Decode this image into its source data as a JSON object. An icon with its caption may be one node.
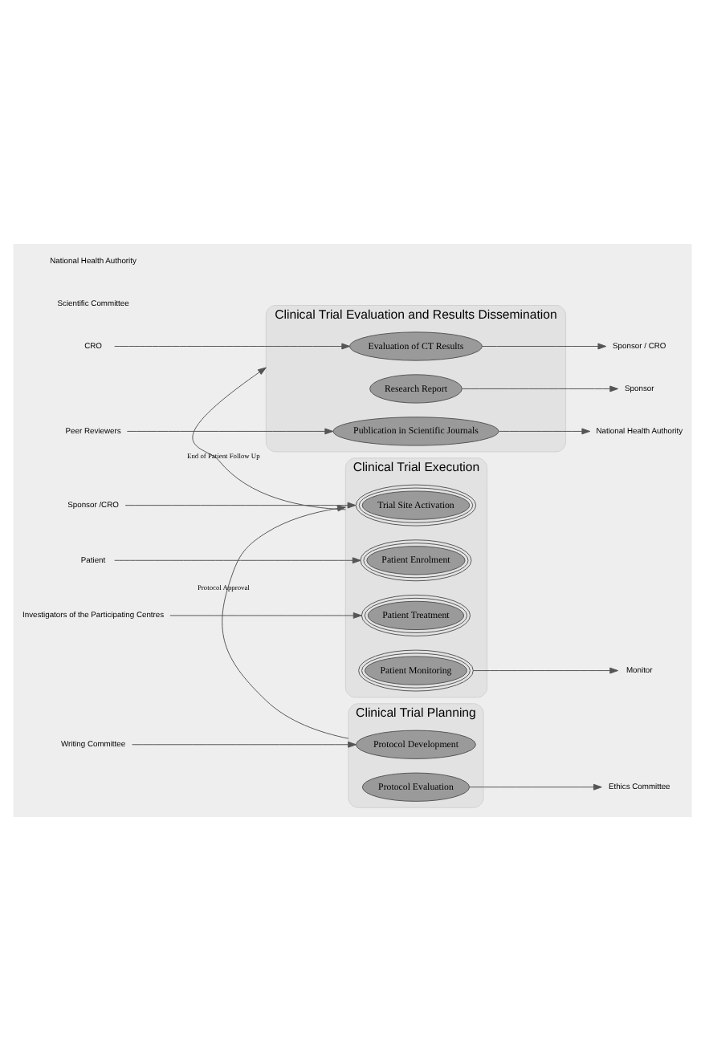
{
  "diagram": {
    "nodes": [
      {
        "text": [
          "Clinical Trial Planning"
        ]
      },
      {
        "text": [
          "Protocol Development"
        ],
        "in": 0
      },
      {
        "text": [
          "Protocol Evaluation"
        ],
        "in": 0
      },
      {
        "text": [
          "Clinical Trial Execution"
        ]
      },
      {
        "text": [
          "Trial Site Activation"
        ],
        "in": 3
      },
      {
        "text": [
          "Patient Enrolment"
        ],
        "in": 3
      },
      {
        "text": [
          "Patient Treatment"
        ],
        "in": 3
      },
      {
        "text": [
          "Patient Monitoring"
        ],
        "in": 3
      },
      {
        "text": [
          "Clinical Trial Evaluation and Results Dissemination"
        ]
      },
      {
        "text": [
          "Evaluation of CT Results"
        ],
        "in": 8
      },
      {
        "text": [
          "Research Report"
        ],
        "in": 8
      },
      {
        "text": [
          "Publication in Scientific Journals"
        ],
        "in": 8
      },
      {
        "text": [
          "Writing Committee"
        ]
      },
      {
        "text": [
          "Ethics Committee"
        ]
      },
      {
        "text": [
          "Sponsor /CRO"
        ]
      },
      {
        "text": [
          "Patient"
        ]
      },
      {
        "text": [
          "Investigators of the Participating Centres"
        ]
      },
      {
        "text": [
          "Monitor"
        ]
      },
      {
        "text": [
          "CRO"
        ]
      },
      {
        "text": [
          "Sponsor / CRO"
        ]
      },
      {
        "text": [
          "Sponsor"
        ]
      },
      {
        "text": [
          "National Health Authority"
        ]
      },
      {
        "text": [
          "Peer Reviewers"
        ]
      }
    ],
    "edges": [
      {
        "from": 12,
        "to": 1,
        "arrow": "to"
      },
      {
        "from": 2,
        "to": 13,
        "arrow": "to"
      },
      {
        "from": 14,
        "to": 4,
        "arrow": "to"
      },
      {
        "from": 15,
        "to": 5,
        "arrow": "to"
      },
      {
        "from": 16,
        "to": 6,
        "arrow": "to"
      },
      {
        "from": 7,
        "to": 17,
        "arrow": "to"
      },
      {
        "from": 18,
        "to": 9,
        "arrow": "to"
      },
      {
        "from": 9,
        "to": 19,
        "arrow": "to"
      },
      {
        "from": 10,
        "to": 20,
        "arrow": "to"
      },
      {
        "from": 11,
        "to": 21,
        "arrow": "to"
      },
      {
        "from": 22,
        "to": 11,
        "arrow": "to"
      },
      {
        "from": 0,
        "to": 3,
        "arrow": "to",
        "label": "Protocol Approval"
      },
      {
        "from": 3,
        "to": 8,
        "arrow": "to",
        "label": "End of Patient Follow Up"
      }
    ],
    "labels": [
      "Scientific Committee",
      "National Health Authority"
    ]
  }
}
